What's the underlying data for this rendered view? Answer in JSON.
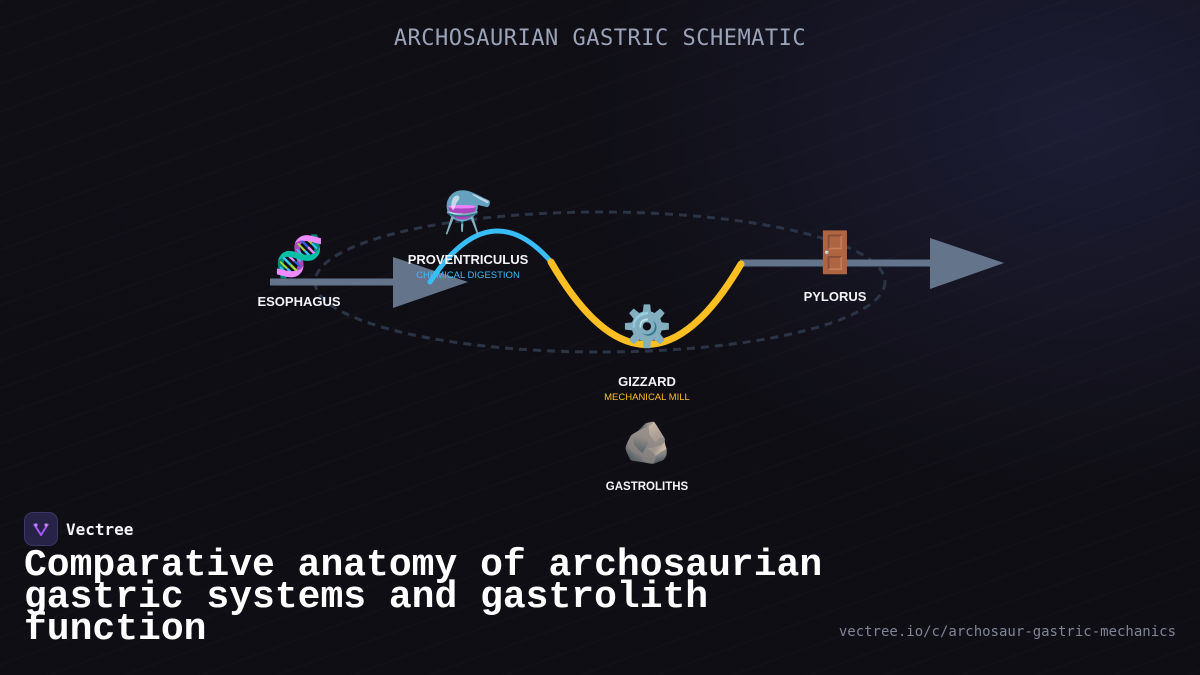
{
  "diagram": {
    "title": "ARCHOSAURIAN GASTRIC SCHEMATIC",
    "nodes": {
      "esophagus": {
        "label": "ESOPHAGUS",
        "icon": "dna-icon",
        "glyph": "🧬"
      },
      "proventriculus": {
        "label": "PROVENTRICULUS",
        "sublabel": "CHEMICAL DIGESTION",
        "icon": "flask-icon",
        "glyph": "⚗️"
      },
      "gizzard": {
        "label": "GIZZARD",
        "sublabel": "MECHANICAL MILL",
        "icon": "gear-icon",
        "glyph": "⚙️"
      },
      "gastroliths": {
        "label": "GASTROLITHS",
        "icon": "rock-icon",
        "glyph": "🪨"
      },
      "pylorus": {
        "label": "PYLORUS",
        "icon": "door-icon",
        "glyph": "🚪"
      }
    },
    "colors": {
      "chemical": "#38bdf8",
      "mechanical": "#fbbf24",
      "flow_arrow": "#64748b",
      "boundary": "#2b3446",
      "label": "#f2f3f7"
    }
  },
  "footer": {
    "brand_name": "Vectree",
    "headline": "Comparative anatomy of archosaurian gastric systems and gastrolith function",
    "url": "vectree.io/c/archosaur-gastric-mechanics"
  }
}
